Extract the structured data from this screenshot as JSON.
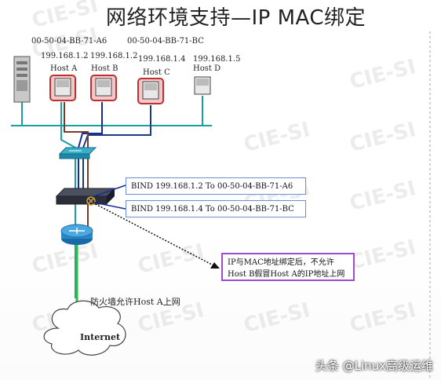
{
  "title": "网络环境支持—IP MAC绑定",
  "mac_labels": {
    "a": "00-50-04-BB-71-A6",
    "c": "00-50-04-BB-71-BC"
  },
  "hosts": [
    {
      "ip": "199.168.1.2",
      "name": "Host A"
    },
    {
      "ip": "199.168.1.2",
      "name": "Host B"
    },
    {
      "ip": "199.168.1.4",
      "name": "Host C"
    },
    {
      "ip": "199.168.1.5",
      "name": "Host D"
    }
  ],
  "bindings": [
    "BIND   199.168.1.2   To   00-50-04-BB-71-A6",
    "BIND   199.168.1.4   To   00-50-04-BB-71-BC"
  ],
  "note": "IP与MAC地址绑定后，不允许Host B假冒Host A的IP地址上网",
  "firewall_text": "防火墙允许Host A上网",
  "cloud_label": "Internet",
  "watermark": "CIE-SI",
  "attribution": "头条 @Linux高级运维",
  "colors": {
    "host_a_link": "#1aa0a0",
    "host_b_link": "#1a2a9a",
    "host_c_link": "#1a3a80",
    "uplink": "#7a3a2a",
    "internet_link": "#28c040",
    "note_border": "#a04ad0",
    "bind_border": "#6a8fd0"
  }
}
